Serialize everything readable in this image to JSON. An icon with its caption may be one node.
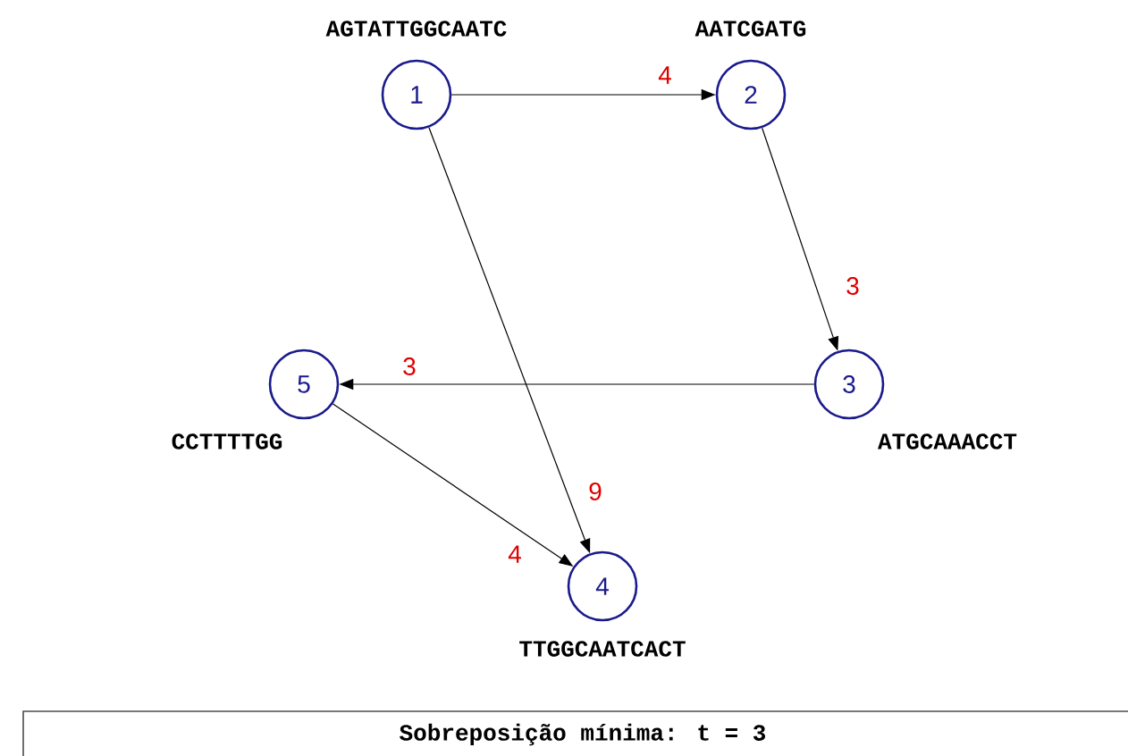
{
  "diagram": {
    "nodes": [
      {
        "text": [
          "1"
        ],
        "beside": [
          "AGTATTGGCAATC"
        ]
      },
      {
        "text": [
          "2"
        ],
        "beside": [
          "AATCGATG"
        ]
      },
      {
        "text": [
          "3"
        ],
        "beside": [
          "ATGCAAACCT"
        ]
      },
      {
        "text": [
          "5"
        ],
        "beside": [
          "CCTTTTGG"
        ]
      },
      {
        "text": [
          "4"
        ],
        "beside": [
          "TTGGCAATCACT"
        ]
      },
      {
        "text": [
          "Sobreposição mínima: t = 3"
        ]
      }
    ],
    "edges": [
      {
        "from": 0,
        "to": 1,
        "arrow": "to",
        "label": "4"
      },
      {
        "from": 1,
        "to": 2,
        "arrow": "to",
        "label": "3"
      },
      {
        "from": 2,
        "to": 3,
        "arrow": "to",
        "label": "3"
      },
      {
        "from": 0,
        "to": 4,
        "arrow": "to",
        "label": "9"
      },
      {
        "from": 3,
        "to": 4,
        "arrow": "to",
        "label": "4"
      }
    ]
  }
}
